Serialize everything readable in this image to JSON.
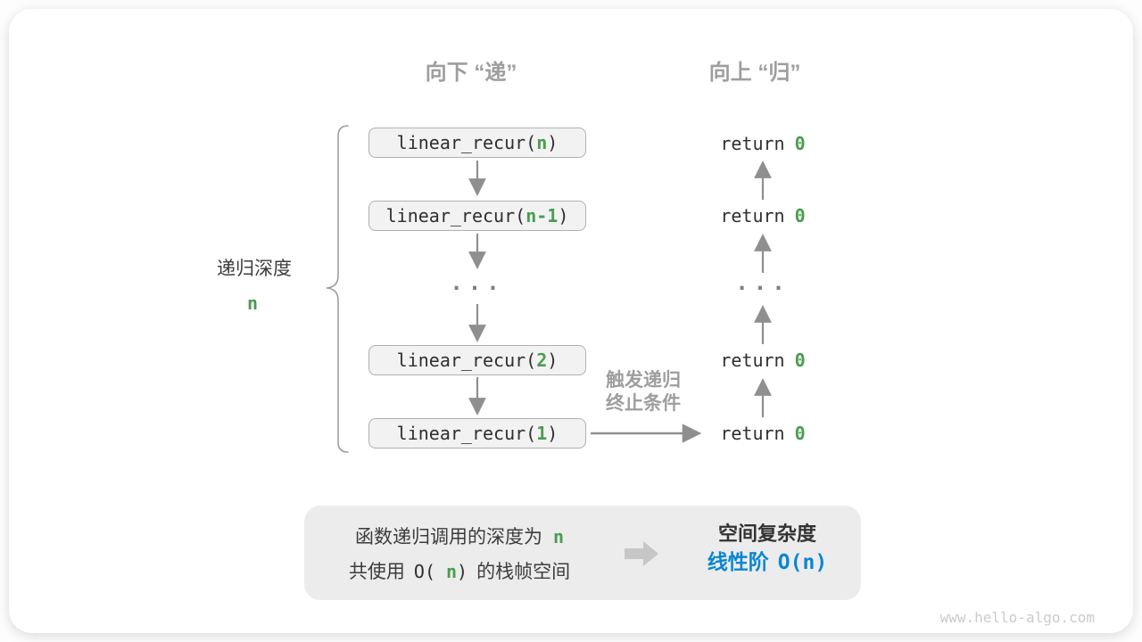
{
  "headers": {
    "down": "向下 “递”",
    "up": "向上 “归”"
  },
  "depth_label": {
    "text": "递归深度",
    "value": "n"
  },
  "calls": [
    {
      "prefix": "linear_recur(",
      "arg": "n",
      "suffix": ")"
    },
    {
      "prefix": "linear_recur(",
      "arg": "n-1",
      "suffix": ")"
    },
    {
      "prefix": "linear_recur(",
      "arg": "2",
      "suffix": ")"
    },
    {
      "prefix": "linear_recur(",
      "arg": "1",
      "suffix": ")"
    }
  ],
  "ellipsis": "...",
  "returns": [
    {
      "keyword": "return",
      "value": "0"
    },
    {
      "keyword": "return",
      "value": "0"
    },
    {
      "keyword": "return",
      "value": "0"
    },
    {
      "keyword": "return",
      "value": "0"
    }
  ],
  "base_case_label": {
    "line1": "触发递归",
    "line2": "终止条件"
  },
  "summary": {
    "line1_text": "函数递归调用的深度为",
    "line1_highlight": "n",
    "line2_pre": "共使用",
    "line2_code_open": "O(",
    "line2_code_arg": "n",
    "line2_code_close": ")",
    "line2_post": "的栈帧空间",
    "right_title": "空间复杂度",
    "right_result_prefix": "线性阶",
    "right_result_code": "O(n)"
  },
  "watermark": "www.hello-algo.com",
  "colors": {
    "green": "#4a9d4f",
    "blue": "#0b86d1",
    "gray_label": "#9e9e9e",
    "arrow": "#8f8f8f",
    "code_text": "#2f2f2f",
    "dark_text": "#3c3c3c",
    "box_fill": "#f2f2f2",
    "box_border": "#b0b0b0",
    "summary_fill": "#ececec",
    "dots": "#7f7f7f",
    "watermark": "#cbcbcb"
  }
}
